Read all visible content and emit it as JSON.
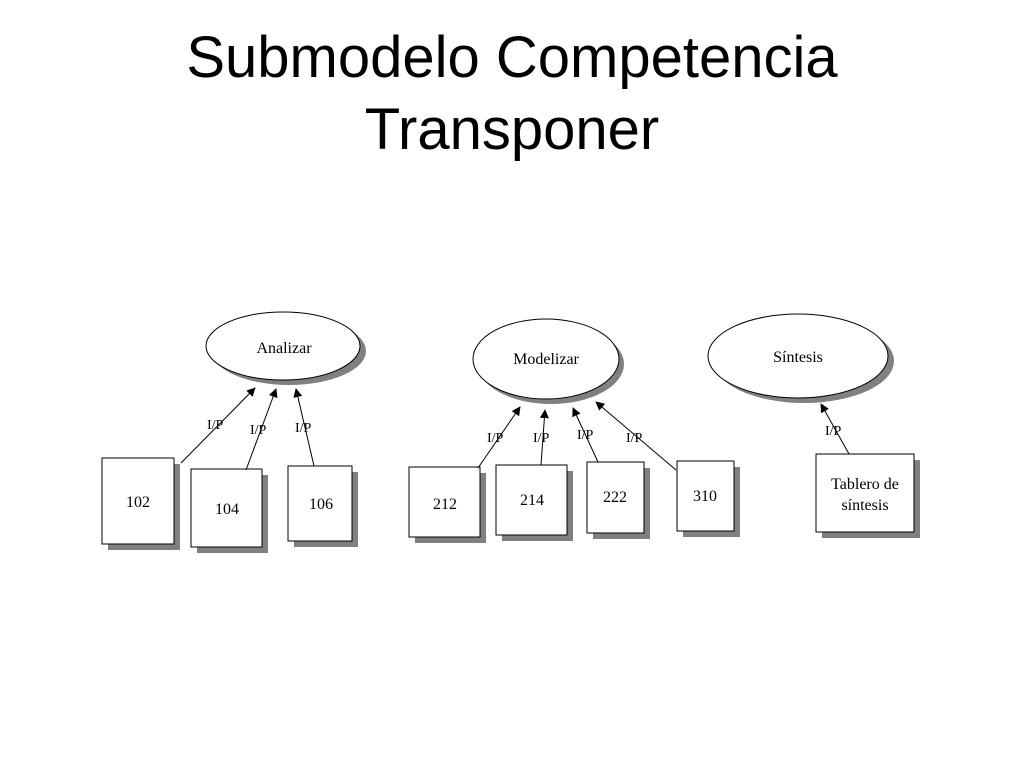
{
  "title": {
    "line1": "Submodelo Competencia",
    "line2": "Transponer"
  },
  "diagram": {
    "processes": [
      {
        "id": "analizar",
        "label": "Analizar"
      },
      {
        "id": "modelizar",
        "label": "Modelizar"
      },
      {
        "id": "sintesis",
        "label": "Síntesis"
      }
    ],
    "items": [
      {
        "id": "102",
        "label": "102",
        "target": "analizar"
      },
      {
        "id": "104",
        "label": "104",
        "target": "analizar"
      },
      {
        "id": "106",
        "label": "106",
        "target": "analizar"
      },
      {
        "id": "212",
        "label": "212",
        "target": "modelizar"
      },
      {
        "id": "214",
        "label": "214",
        "target": "modelizar"
      },
      {
        "id": "222",
        "label": "222",
        "target": "modelizar"
      },
      {
        "id": "310",
        "label": "310",
        "target": "modelizar"
      },
      {
        "id": "tablero",
        "label_line1": "Tablero de",
        "label_line2": "síntesis",
        "target": "sintesis"
      }
    ],
    "edge_label": "I/P"
  }
}
